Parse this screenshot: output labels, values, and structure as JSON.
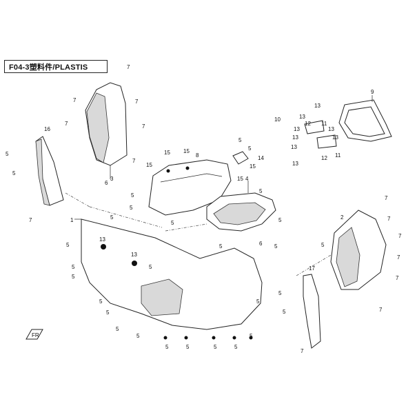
{
  "title": "F04-3塑料件/PLASTIS",
  "callouts": {
    "n1": "1",
    "n2": "2",
    "n3": "3",
    "n4": "4",
    "n5": "5",
    "n6": "6",
    "n7": "7",
    "n8": "8",
    "n9": "9",
    "n10": "10",
    "n11": "11",
    "n12": "12",
    "n13": "13",
    "n14": "14",
    "n15": "15",
    "n16": "16",
    "n17": "17"
  },
  "fwd_label": "FR"
}
